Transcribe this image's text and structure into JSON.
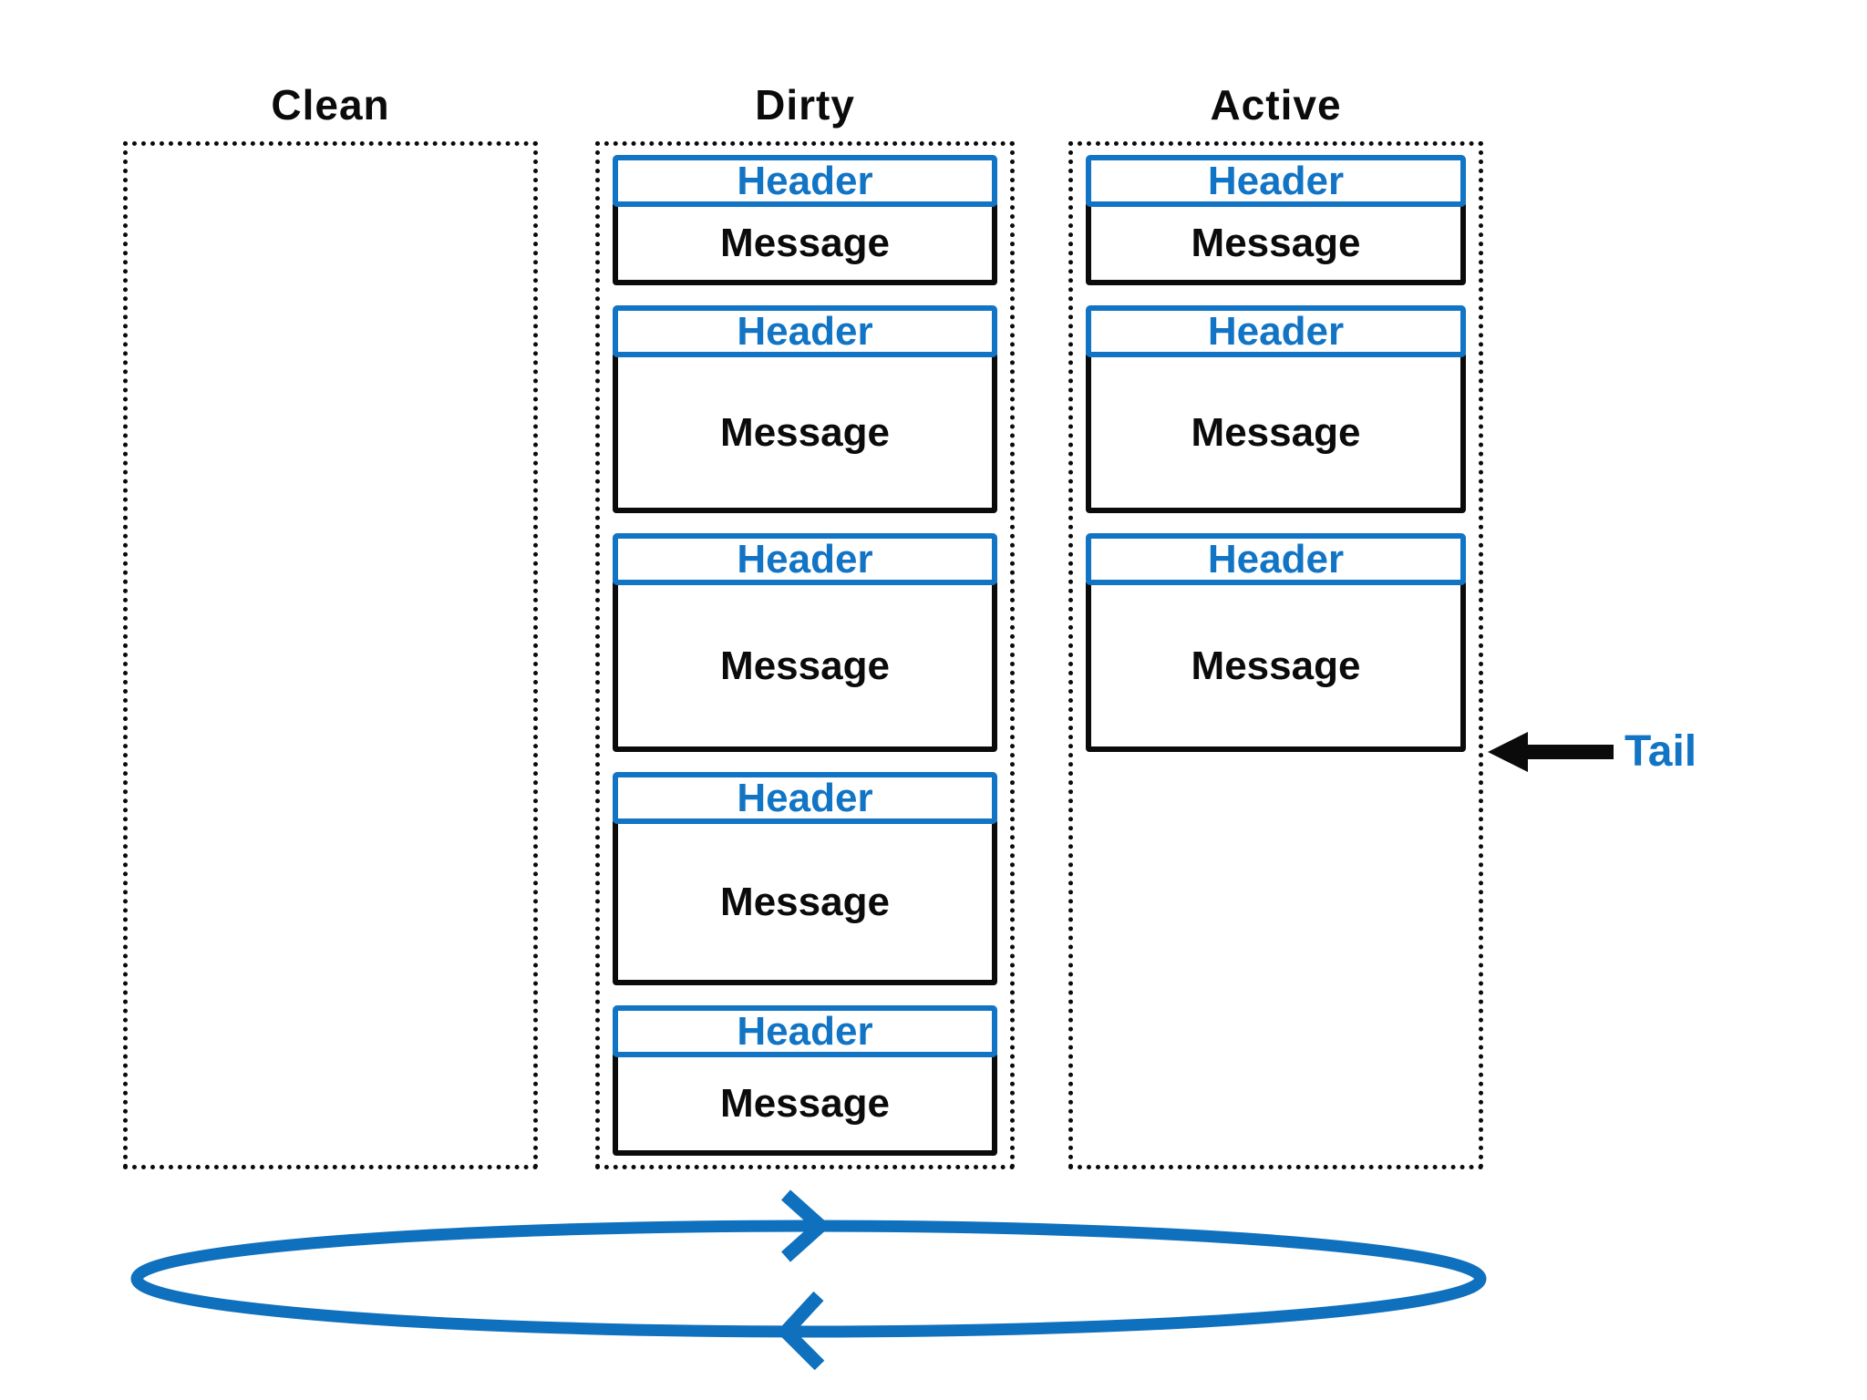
{
  "colors": {
    "accent_blue": "#1174C4",
    "cycle_blue": "#0F70BD",
    "ink_black": "#0B0B0B"
  },
  "columns": [
    {
      "id": "clean",
      "label": "Clean",
      "blocks": []
    },
    {
      "id": "dirty",
      "label": "Dirty",
      "blocks": [
        {
          "header": "Header",
          "message": "Message",
          "message_height": 86
        },
        {
          "header": "Header",
          "message": "Message",
          "message_height": 171
        },
        {
          "header": "Header",
          "message": "Message",
          "message_height": 183
        },
        {
          "header": "Header",
          "message": "Message",
          "message_height": 177
        },
        {
          "header": "Header",
          "message": "Message",
          "message_height": 108
        }
      ]
    },
    {
      "id": "active",
      "label": "Active",
      "blocks": [
        {
          "header": "Header",
          "message": "Message",
          "message_height": 86
        },
        {
          "header": "Header",
          "message": "Message",
          "message_height": 171
        },
        {
          "header": "Header",
          "message": "Message",
          "message_height": 183
        }
      ]
    }
  ],
  "tail": {
    "label": "Tail"
  }
}
